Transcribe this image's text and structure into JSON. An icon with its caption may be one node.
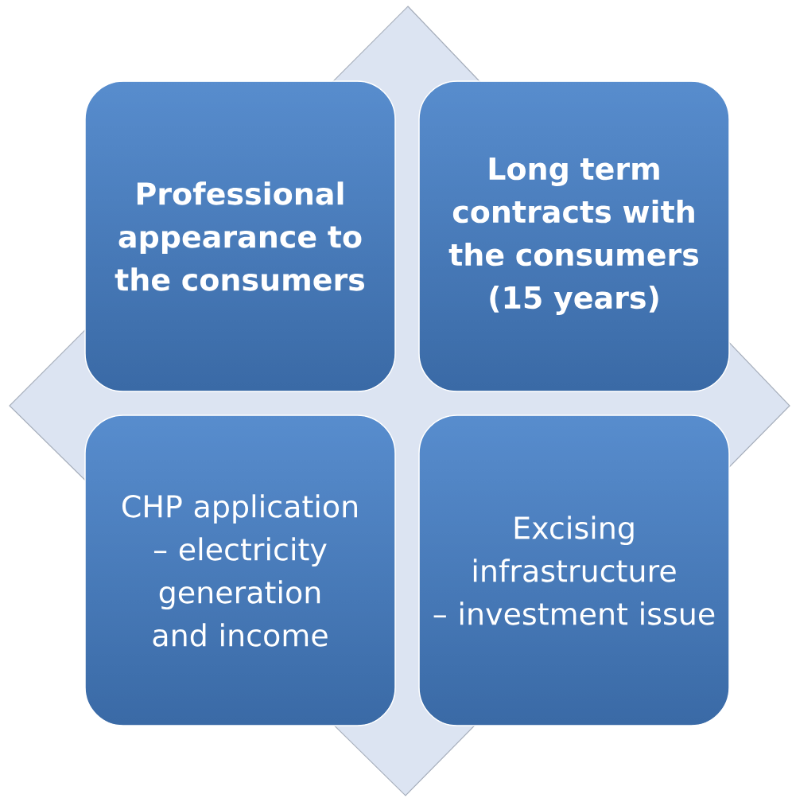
{
  "diagram": {
    "nodes": [
      {
        "text": [
          "Professional appearance to the consumers"
        ]
      },
      {
        "text": [
          "Long term contracts with the consumers (15 years)"
        ]
      },
      {
        "text": [
          "CHP application – electricity generation and income"
        ]
      },
      {
        "text": [
          "Excising infrastructure – investment issue"
        ]
      }
    ]
  }
}
